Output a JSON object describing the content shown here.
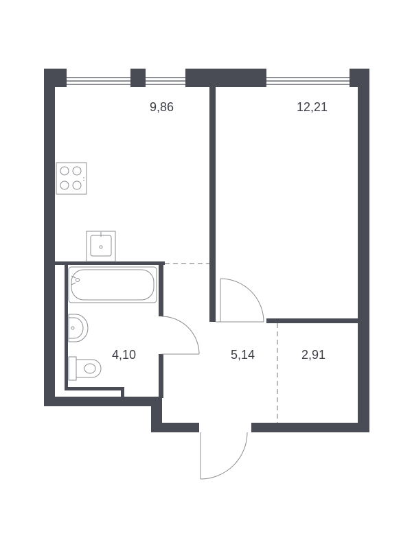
{
  "rooms": [
    {
      "id": "kitchen",
      "area": "9,86"
    },
    {
      "id": "room",
      "area": "12,21"
    },
    {
      "id": "bathroom",
      "area": "4,10"
    },
    {
      "id": "hall",
      "area": "5,14"
    },
    {
      "id": "storage",
      "area": "2,91"
    }
  ],
  "colors": {
    "wall": "#4a4c55",
    "fixture": "#8a8c92",
    "text": "#3d3f47"
  }
}
